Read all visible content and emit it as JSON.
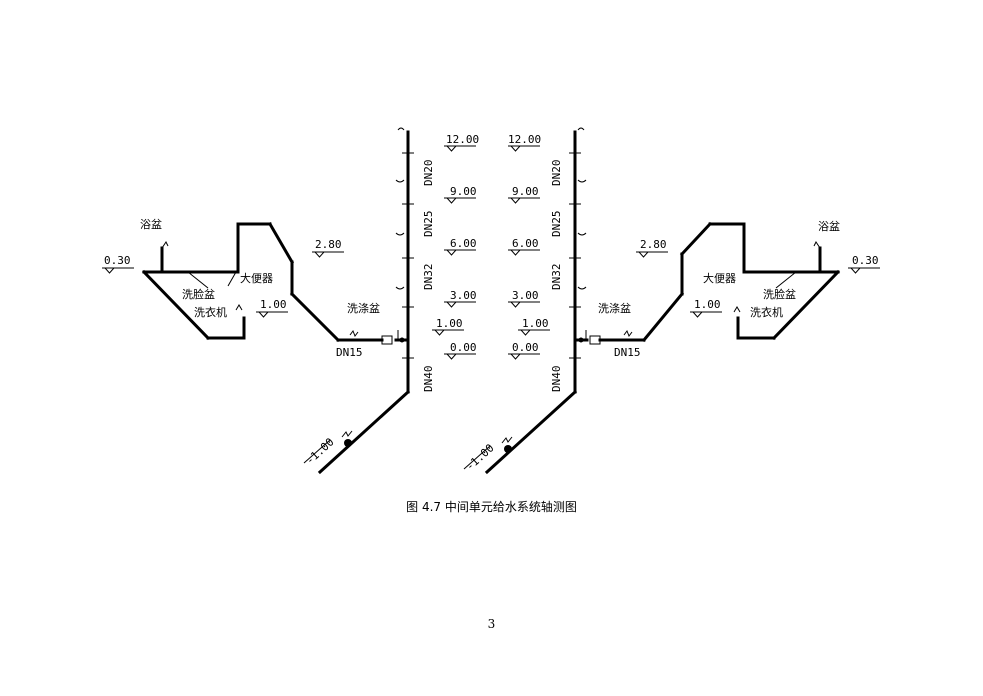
{
  "diagram": {
    "riser_levels": [
      "12.00",
      "9.00",
      "6.00",
      "3.00",
      "1.00",
      "0.00"
    ],
    "pipe_sizes": [
      "DN20",
      "DN25",
      "DN32",
      "DN40"
    ],
    "branch_size": "DN15",
    "bottom_level": "-1.00",
    "fixture_levels": {
      "branch": "2.80",
      "washbasin_level": "1.00",
      "bathtub_level": "0.30"
    },
    "fixtures": {
      "bathtub": "浴盆",
      "washbasin": "洗脸盆",
      "toilet": "大便器",
      "washing_machine": "洗衣机",
      "sink": "洗涤盆"
    }
  },
  "caption": "图 4.7  中间单元给水系统轴测图",
  "page_number": "3"
}
